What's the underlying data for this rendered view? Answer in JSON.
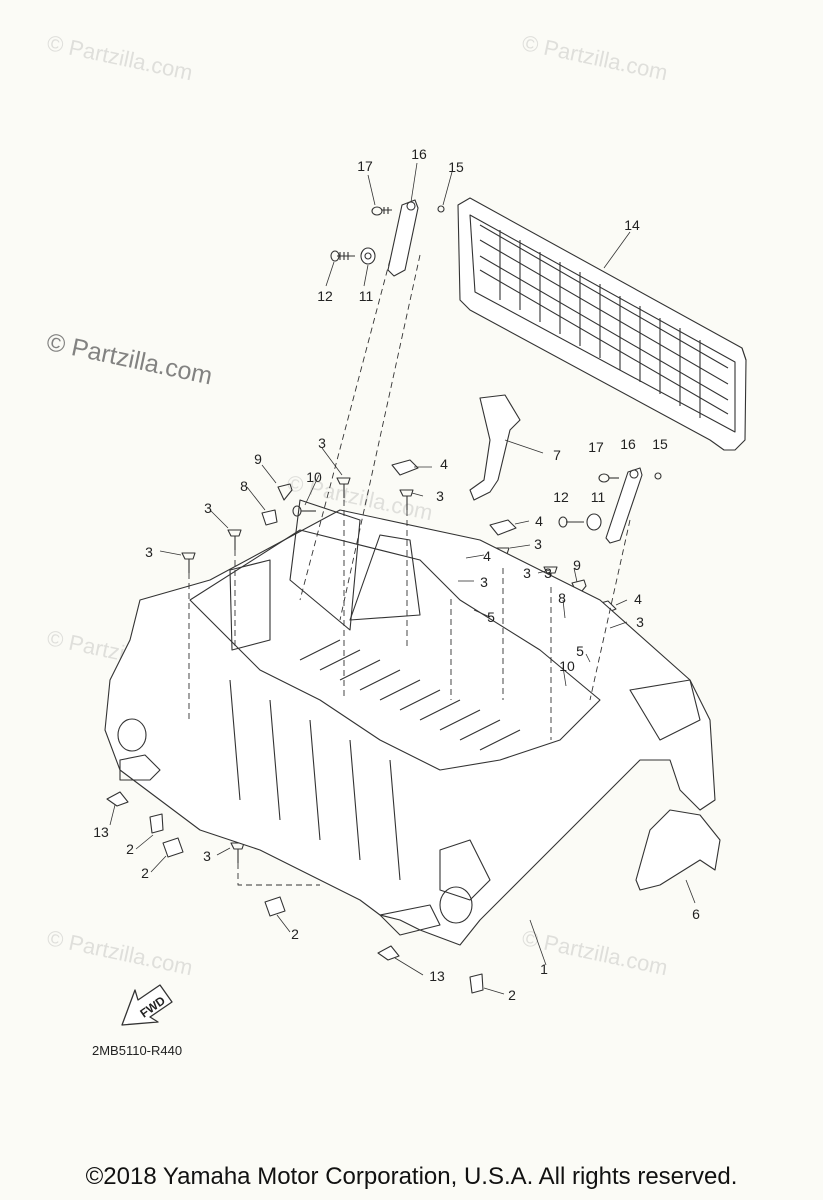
{
  "watermarks": [
    "© Partzilla.com",
    "© Partzilla.com",
    "© Partzilla.com",
    "© Partzilla.com",
    "© Partzilla.com",
    "© Partzilla.com",
    "© Partzilla.com",
    "© Partzilla.com"
  ],
  "callouts": [
    "17",
    "16",
    "15",
    "14",
    "12",
    "11",
    "9",
    "3",
    "10",
    "4",
    "7",
    "8",
    "3",
    "3",
    "3",
    "17",
    "16",
    "15",
    "12",
    "11",
    "4",
    "3",
    "4",
    "3",
    "3",
    "3",
    "9",
    "5",
    "8",
    "4",
    "3",
    "5",
    "10",
    "2",
    "2",
    "3",
    "13",
    "2",
    "6",
    "1",
    "13",
    "2"
  ],
  "fwd_label": "FWD",
  "diagram_code": "2MB5110-R440",
  "copyright": "©2018 Yamaha Motor Corporation, U.S.A. All rights reserved."
}
